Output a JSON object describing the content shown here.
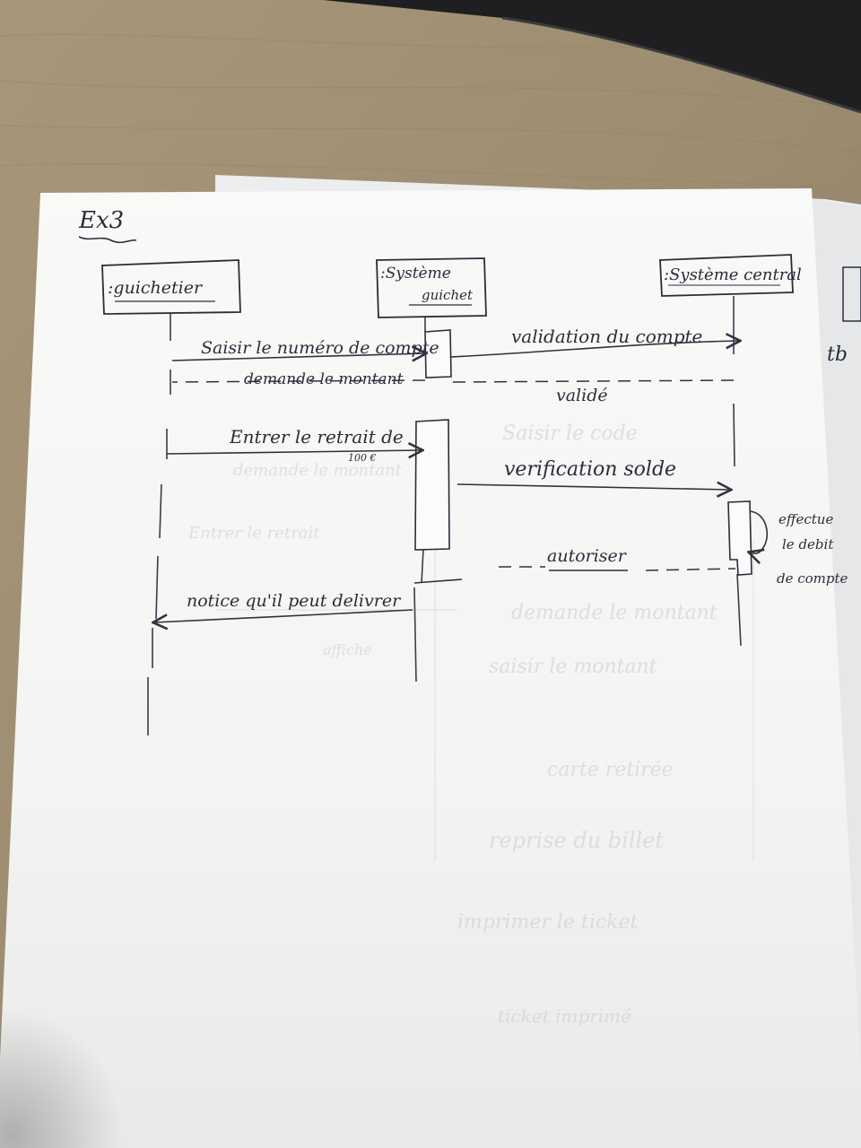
{
  "title": "Ex3",
  "actors": {
    "guichetier": ":guichetier",
    "systeme_guichet_line1": ":Système",
    "systeme_guichet_line2": "guichet",
    "systeme_central": ":Système central"
  },
  "messages": {
    "m1": "Saisir le numéro de compte",
    "m2": "demande le montant",
    "m3": "Entrer le retrait de",
    "m3_amount": "100 €",
    "m4": "validation du compte",
    "m5": "validé",
    "m6": "verification solde",
    "m7": "autoriser",
    "m8": "notice qu'il peut delivrer"
  },
  "self_note": {
    "line1": "effectue",
    "line2": "le debit",
    "line3": "de compte"
  },
  "edge_fragments": {
    "partial_text": "tb"
  },
  "colors": {
    "desk": "#9a8b6e",
    "paper": "#f7f7f5",
    "ink": "#2b2d3a"
  }
}
